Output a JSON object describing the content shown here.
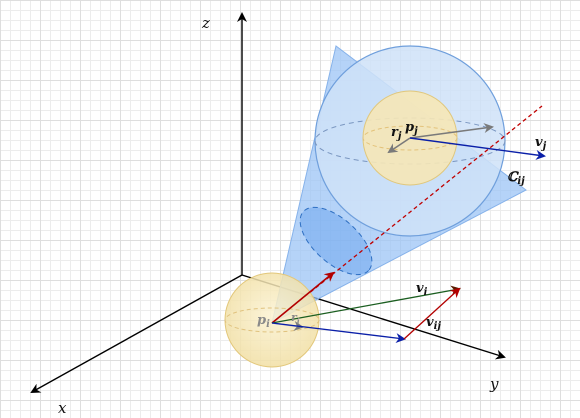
{
  "axes": {
    "x": "x",
    "y": "y",
    "z": "z"
  },
  "labels": {
    "p_i_main": "p",
    "p_i_sub": "i",
    "r_i_main": "r",
    "r_i_sub": "i",
    "p_j_main": "p",
    "p_j_sub": "j",
    "r_j_main": "r",
    "r_j_sub": "j",
    "v_j_main": "v",
    "v_j_sub": "j",
    "v_i_main": "v",
    "v_i_sub": "i",
    "v_ij_main": "v",
    "v_ij_sub": "ij",
    "cone_main": "ℂ",
    "cone_sub": "ij"
  },
  "colors": {
    "background": "#ffffff",
    "grid": "#e4e4e4",
    "axis": "#000000",
    "cone_fill": "#99c2f5",
    "sphere_j_fill": "#c5dcf7",
    "sphere_small_fill": "#f6e8b8",
    "sphere_small_stroke": "#e2c77a",
    "red_vector": "#b30000",
    "blue_vector": "#0a1fa8",
    "green_vector": "#1b5e20",
    "grey_vector": "#7a7a7a",
    "dashed_red": "#c00000"
  }
}
